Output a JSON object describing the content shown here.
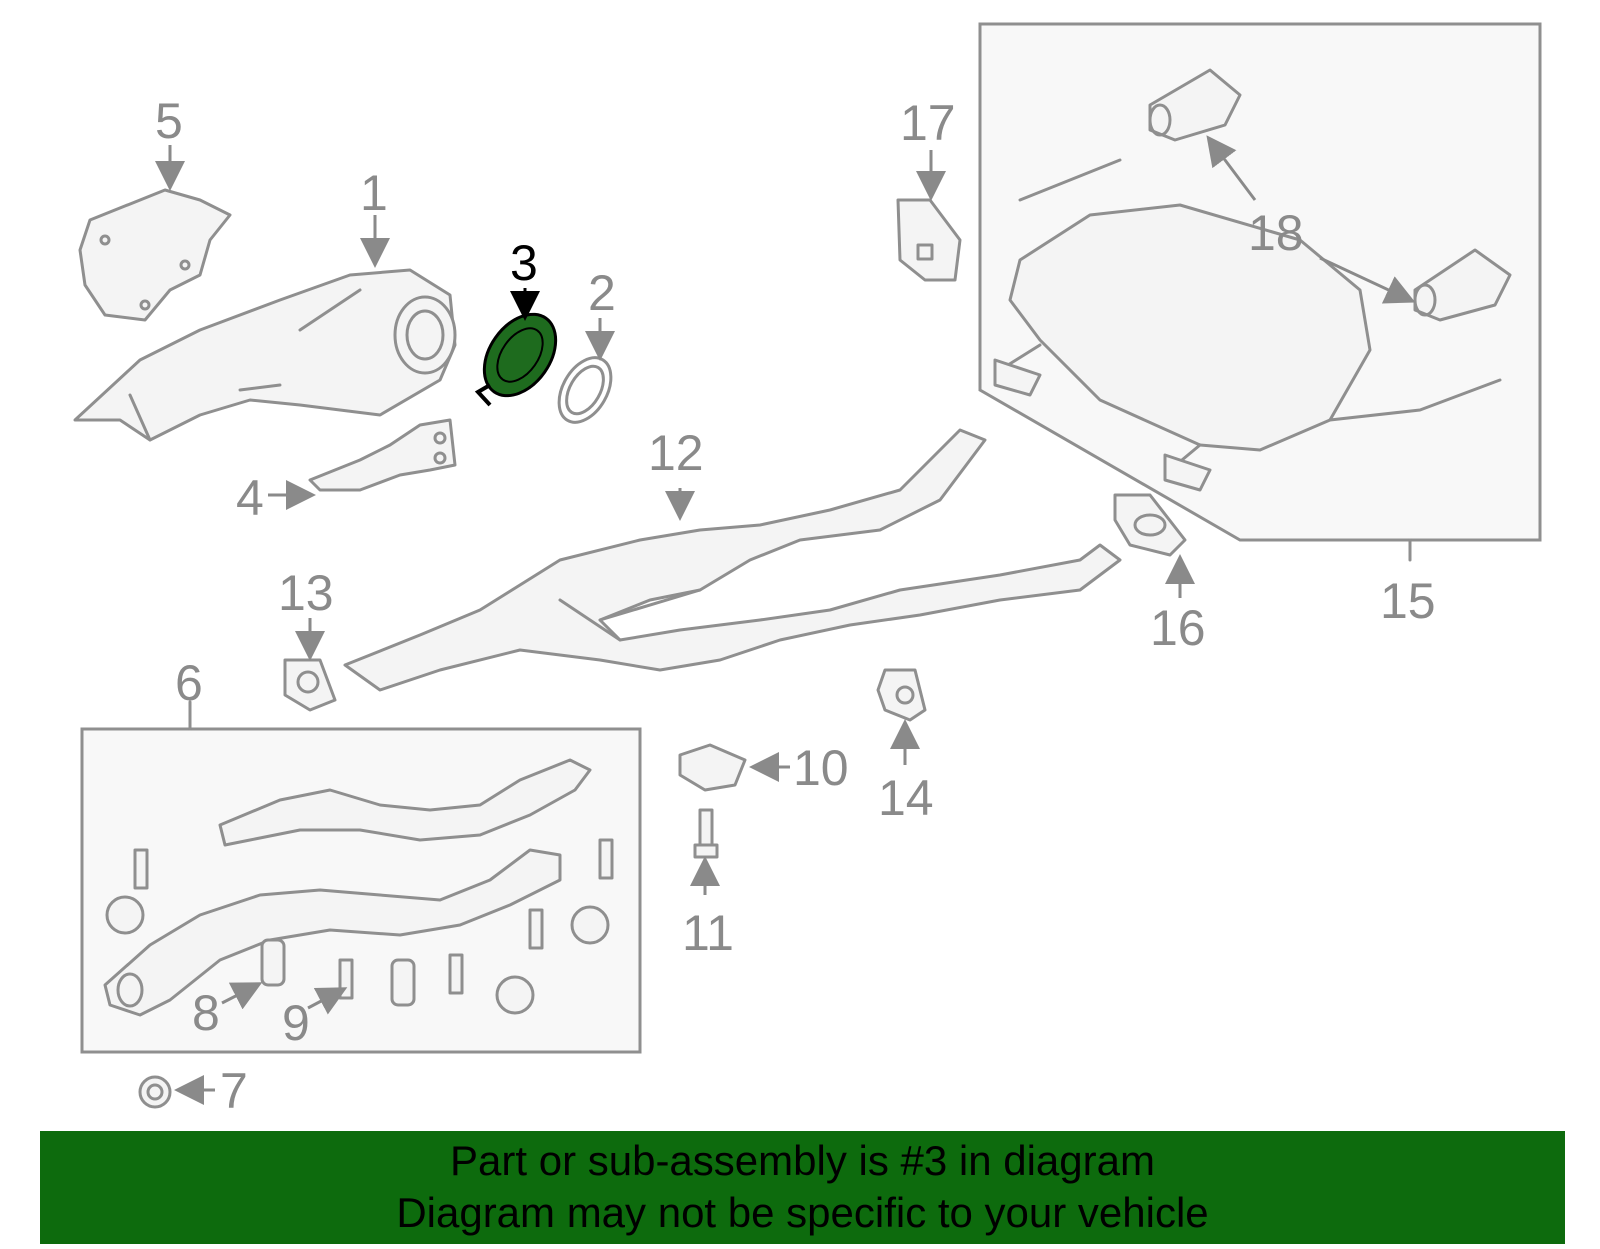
{
  "diagram": {
    "highlight_color": "#1e6b1e",
    "highlighted_part": "3",
    "callouts": {
      "p1": "1",
      "p2": "2",
      "p3": "3",
      "p4": "4",
      "p5": "5",
      "p6": "6",
      "p7": "7",
      "p8": "8",
      "p9": "9",
      "p10": "10",
      "p11": "11",
      "p12": "12",
      "p13": "13",
      "p14": "14",
      "p15": "15",
      "p16": "16",
      "p17": "17",
      "p18": "18"
    }
  },
  "banner": {
    "background": "#0d6b0d",
    "line1": "Part or sub-assembly is #3 in diagram",
    "line2": "Diagram may not be specific to your vehicle"
  }
}
